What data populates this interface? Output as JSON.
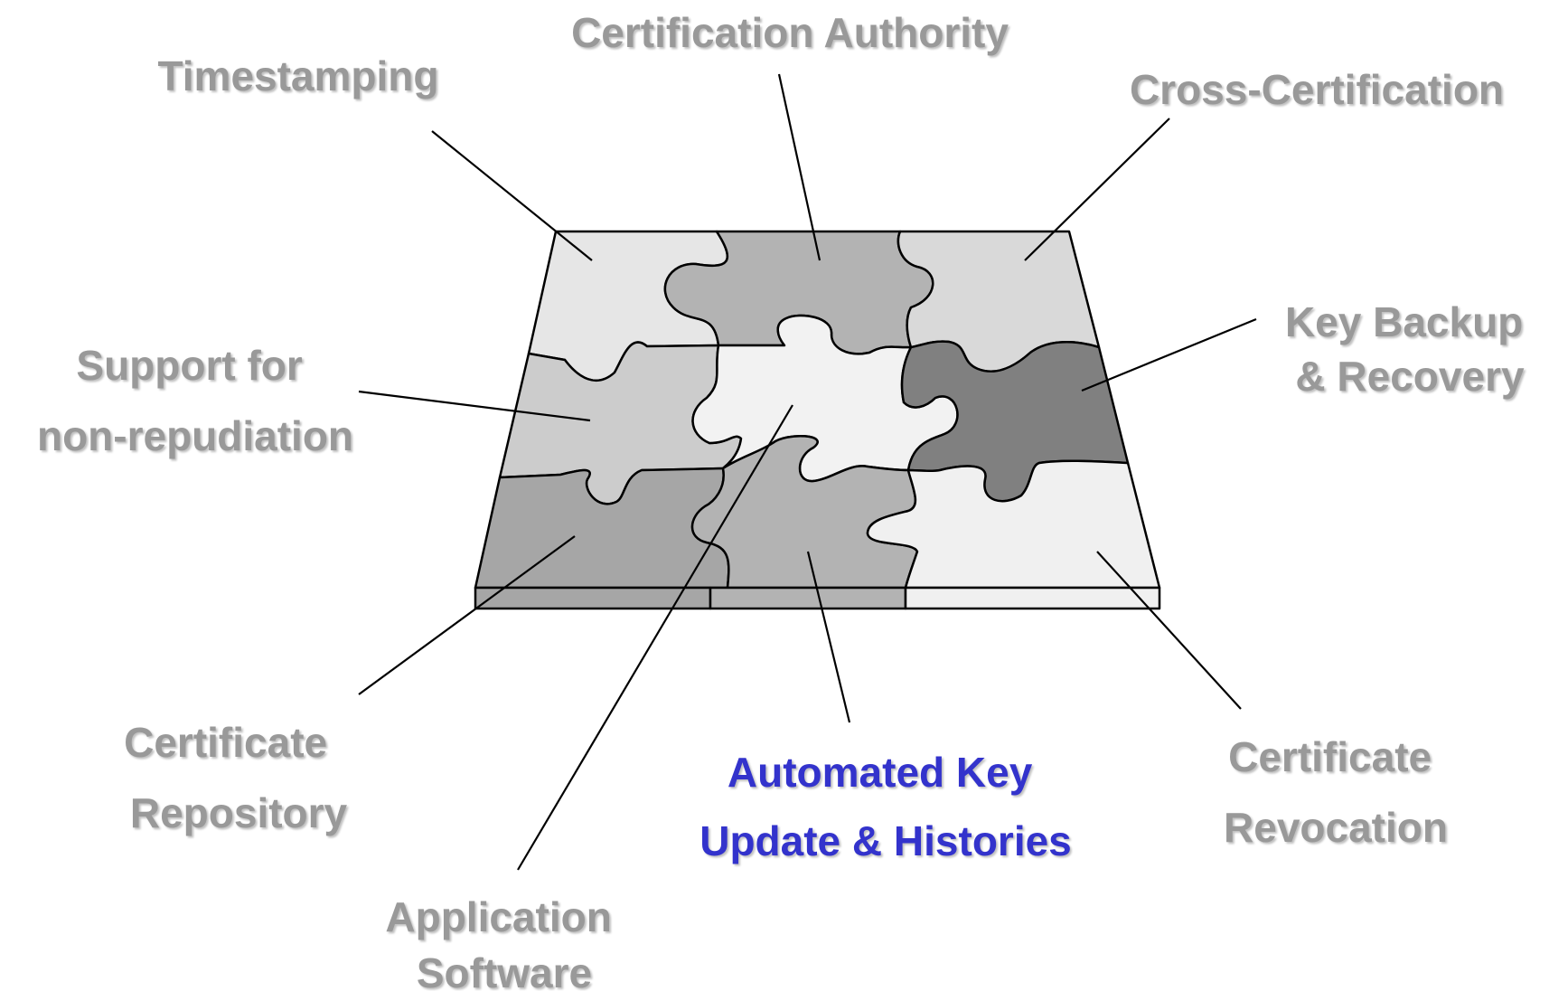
{
  "diagram": {
    "labels": {
      "timestamping": [
        "Timestamping"
      ],
      "certification_authority": [
        "Certification Authority"
      ],
      "cross_certification": [
        "Cross-Certification"
      ],
      "key_backup": [
        "Key Backup",
        "& Recovery"
      ],
      "non_repudiation": [
        "Support for",
        "non-repudiation"
      ],
      "repository": [
        "Certificate",
        "Repository"
      ],
      "automated_key": [
        "Automated Key",
        "Update & Histories"
      ],
      "revocation": [
        "Certificate",
        "Revocation"
      ],
      "application": [
        "Application",
        "Software"
      ]
    },
    "highlighted": "automated_key",
    "colors": {
      "label": "#999999",
      "highlight": "#3333cc",
      "piece_top_left": "#e6e6e6",
      "piece_top_mid": "#b3b3b3",
      "piece_top_right": "#d9d9d9",
      "piece_mid_left": "#cccccc",
      "piece_center": "#f2f2f2",
      "piece_mid_right": "#808080",
      "piece_bot_left": "#a6a6a6",
      "piece_bot_mid": "#b3b3b3",
      "piece_bot_right": "#f0f0f0"
    }
  }
}
